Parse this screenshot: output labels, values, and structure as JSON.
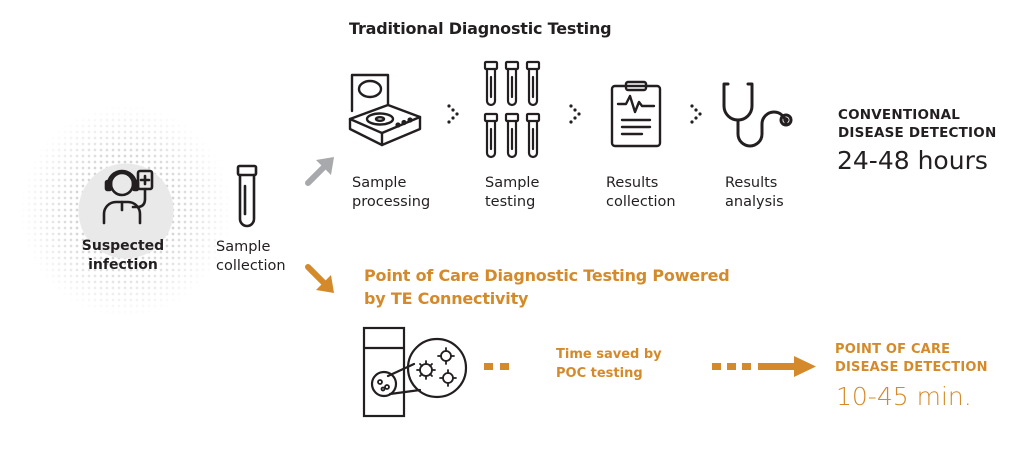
{
  "traditional": {
    "title": "Traditional Diagnostic Testing",
    "steps": [
      {
        "line1": "Sample",
        "line2": "processing",
        "icon": "centrifuge-icon"
      },
      {
        "line1": "Sample",
        "line2": "testing",
        "icon": "test-tubes-icon"
      },
      {
        "line1": "Results",
        "line2": "collection",
        "icon": "clipboard-icon"
      },
      {
        "line1": "Results",
        "line2": "analysis",
        "icon": "stethoscope-icon"
      }
    ],
    "detection_heading_line1": "CONVENTIONAL",
    "detection_heading_line2": "DISEASE DETECTION",
    "detection_time": "24-48 hours"
  },
  "start": {
    "patient_line1": "Suspected",
    "patient_line2": "infection",
    "sample_line1": "Sample",
    "sample_line2": "collection"
  },
  "poc": {
    "title_line1": "Point of Care Diagnostic Testing Powered",
    "title_line2": "by TE Connectivity",
    "saved_line1": "Time saved by",
    "saved_line2": "POC testing",
    "detection_heading_line1": "POINT OF CARE",
    "detection_heading_line2": "DISEASE DETECTION",
    "detection_time": "10-45 min."
  },
  "colors": {
    "dark": "#231f20",
    "orange": "#d48a2a",
    "gray_arrow": "#a7a9ac"
  }
}
